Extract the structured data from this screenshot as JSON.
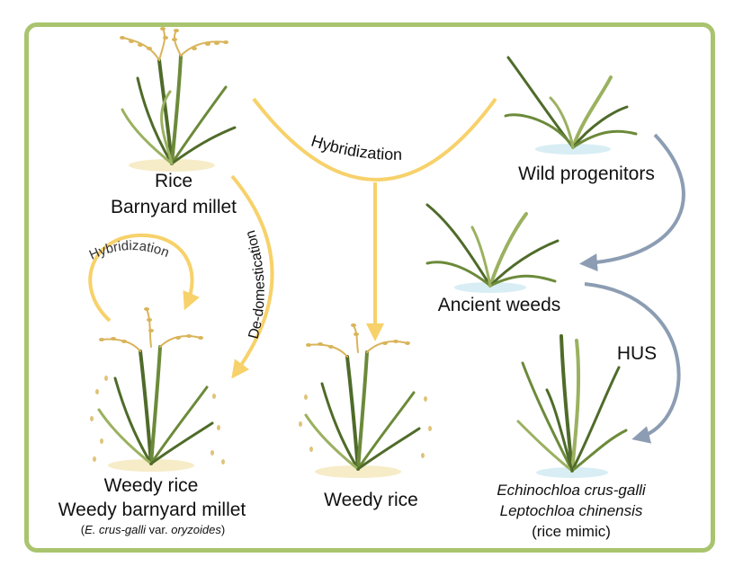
{
  "labels": {
    "rice": "Rice",
    "barnyard_millet": "Barnyard millet",
    "wild_progenitors": "Wild progenitors",
    "ancient_weeds": "Ancient weeds",
    "hus": "HUS",
    "weedy_rice_left": "Weedy rice",
    "weedy_barnyard_millet": "Weedy barnyard millet",
    "variety_note": "(E. crus-galli var. oryzoides)",
    "variety_note_parts": {
      "open": "(",
      "species": "E. crus-galli",
      "mid": " var. ",
      "variety": "oryzoides",
      "close": ")"
    },
    "weedy_rice_center": "Weedy rice",
    "echinochloa": "Echinochloa crus-galli",
    "leptochloa": "Leptochloa chinensis",
    "rice_mimic": "(rice mimic)"
  },
  "arrow_labels": {
    "hybridization_top": "Hybridization",
    "hybridization_left": "Hybridization",
    "de_domestication": "De-domestication"
  },
  "colors": {
    "frame": "#a9c46e",
    "yellow_arrow": "#f7d16a",
    "blue_arrow": "#8c9db3",
    "leaf_dark": "#4f6b2a",
    "leaf_light": "#9bb160",
    "grain": "#d9b45a",
    "sand_disc": "#f6ecc8",
    "water_disc": "#d8eef4"
  }
}
